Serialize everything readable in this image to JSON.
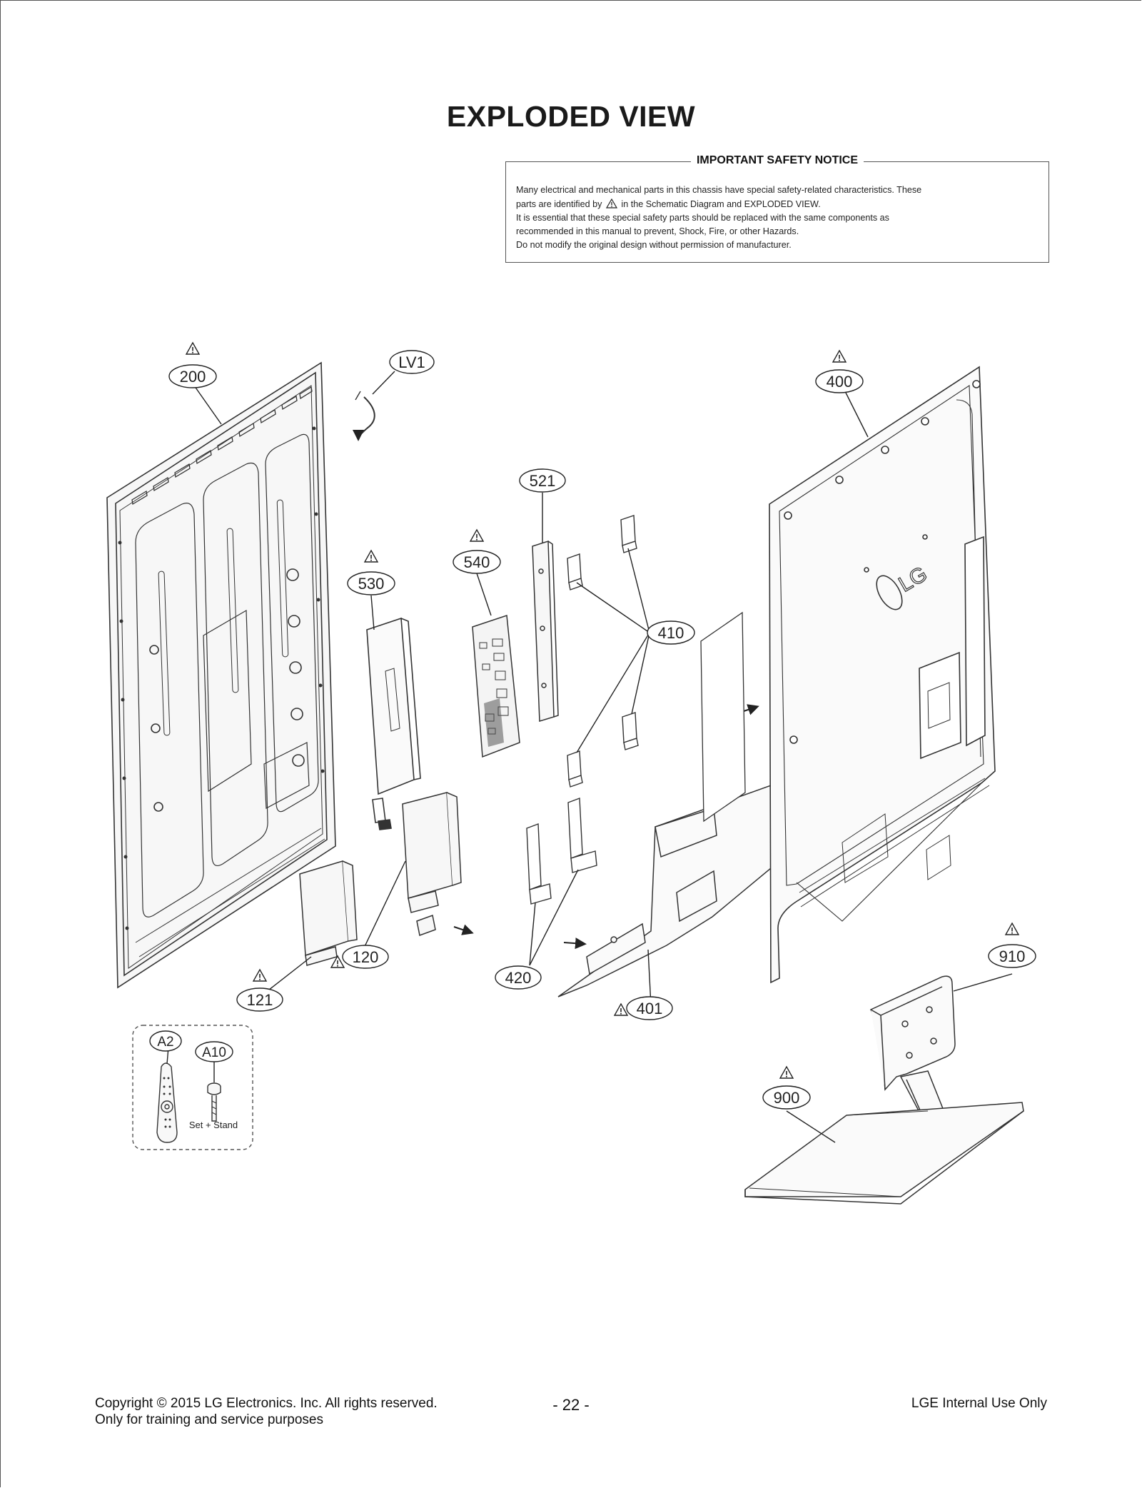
{
  "page": {
    "title": "EXPLODED VIEW"
  },
  "safety_notice": {
    "heading": "IMPORTANT SAFETY NOTICE",
    "line1": "Many electrical and mechanical parts in this chassis have special safety-related characteristics. These",
    "line2_pre": "parts are identified by",
    "line2_post": "in the Schematic Diagram and EXPLODED VIEW.",
    "line3": "It is essential that these special safety parts should be replaced with the same components as",
    "line4": "recommended in this manual to prevent, Shock, Fire, or other Hazards.",
    "line5": "Do not modify the original design without permission of manufacturer."
  },
  "callouts": {
    "c200": "200",
    "cLV1": "LV1",
    "c400": "400",
    "c521": "521",
    "c540": "540",
    "c530": "530",
    "c410": "410",
    "c120": "120",
    "c121": "121",
    "c420": "420",
    "c401": "401",
    "c910": "910",
    "c900": "900",
    "cA2": "A2",
    "cA10": "A10"
  },
  "accessory_note": "Set + Stand",
  "back_cover_logo": "LG",
  "footer": {
    "copyright": "Copyright  © 2015 LG Electronics. Inc. All rights reserved.",
    "purpose": "Only for training and service purposes",
    "page_number": "- 22 -",
    "internal": "LGE Internal Use Only"
  }
}
